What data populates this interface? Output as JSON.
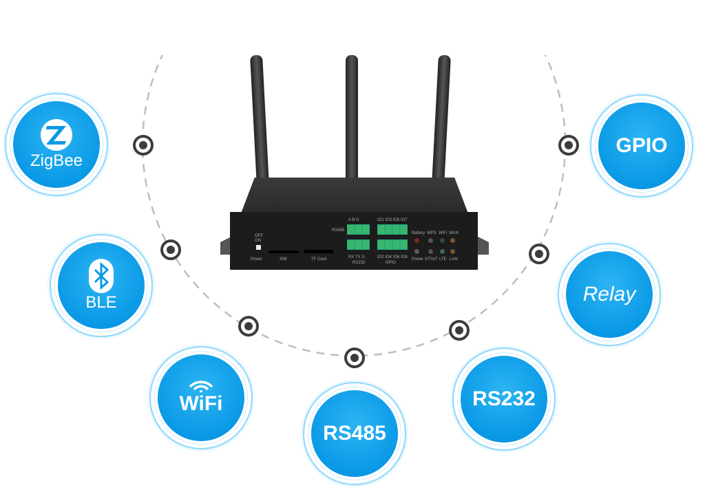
{
  "features": [
    {
      "label": "ZigBee",
      "icon": "zigbee-icon"
    },
    {
      "label": "BLE",
      "icon": "bluetooth-icon"
    },
    {
      "label": "WiFi"
    },
    {
      "label": "RS485"
    },
    {
      "label": "RS232"
    },
    {
      "label": "Relay"
    },
    {
      "label": "GPIO"
    }
  ],
  "router": {
    "switch_off": "OFF",
    "switch_on": "ON",
    "power": "Power",
    "sim": "SIM",
    "tf": "TF Card",
    "rs485": "RS485",
    "rs485_pins": "A  B  G",
    "rs232_pins": "RX  TX  G",
    "rs232": "RS232",
    "gpio_top": "IO1 IO3 IO5 IO7",
    "gpio_bottom": "IO2 IO4 IO6 IO8",
    "gpio": "GPIO",
    "leds_top": [
      "Battery",
      "WPS",
      "WiFi",
      "WAN"
    ],
    "leds_bottom": [
      "Power",
      "GT/IoT",
      "LTE",
      "LAN"
    ]
  },
  "colors": {
    "accent": "#0a99e6",
    "connector": "#3ab66a"
  }
}
